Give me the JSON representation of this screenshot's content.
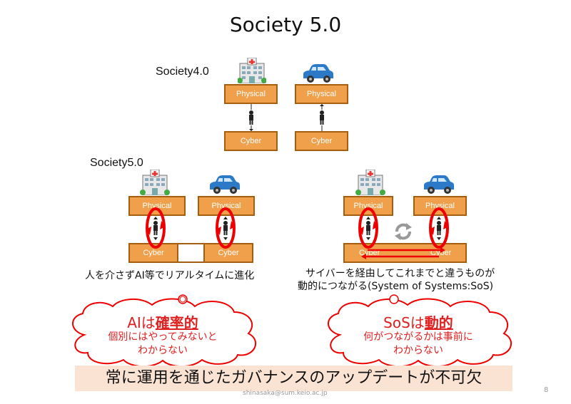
{
  "title": "Society 5.0",
  "society4_label": "Society4.0",
  "society5_label": "Society5.0",
  "physical_label": "Physical",
  "cyber_label": "Cyber",
  "caption_left": "人を介さずAI等でリアルタイムに進化",
  "caption_right_line1": "サイバーを経由してこれまでと違うものが",
  "caption_right_line2": "動的につながる(System of Systems:SoS)",
  "cloud_left": {
    "prefix": "AIは",
    "emphasis": "確率的",
    "line1": "個別にはやってみないと",
    "line2": "わからない"
  },
  "cloud_right": {
    "prefix": "SoSは",
    "emphasis": "動的",
    "line1": "何がつながるかは事前に",
    "line2": "わからない"
  },
  "banner": "常に運用を通じたガバナンスのアップデートが不可欠",
  "footer_email": "shinasaka@sum.keio.ac.jp",
  "page_number": "8",
  "colors": {
    "box_fill": "#f0a04b",
    "box_border": "#a35e10",
    "accent_red": "#e02020",
    "banner_bg": "#fbe3d3"
  },
  "icons": [
    "hospital-icon",
    "car-icon",
    "person-icon",
    "cycle-icon",
    "refresh-icon",
    "thinking-person-icon"
  ]
}
